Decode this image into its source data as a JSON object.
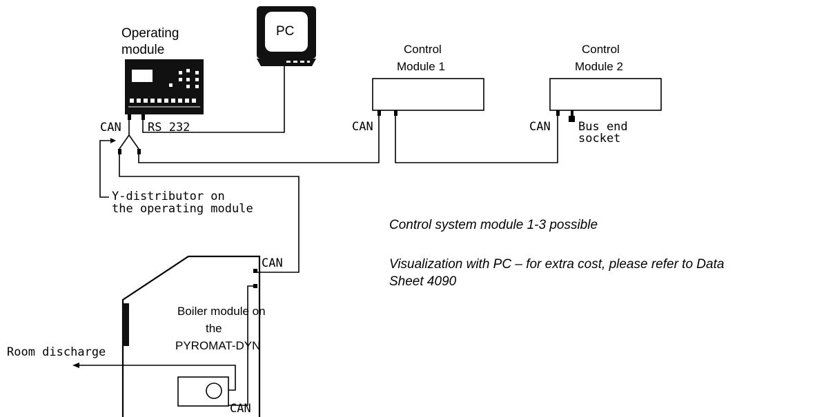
{
  "labels": {
    "operating_module_line1": "Operating",
    "operating_module_line2": "module",
    "pc": "PC",
    "control_module_1_line1": "Control",
    "control_module_1_line2": "Module 1",
    "control_module_2_line1": "Control",
    "control_module_2_line2": "Module 2",
    "can_operating": "CAN",
    "rs232": "RS 232",
    "can_cm1": "CAN",
    "can_cm2": "CAN",
    "bus_end_line1": "Bus end",
    "bus_end_line2": "socket",
    "y_distributor_line1": "Y-distributor on",
    "y_distributor_line2": "the operating module",
    "can_boiler_top": "CAN",
    "boiler_line1": "Boiler module on",
    "boiler_line2": "the",
    "boiler_line3": "PYROMAT-DYN",
    "room_discharge": "Room discharge",
    "can_boiler_bottom": "CAN"
  },
  "notes": {
    "note1": "Control system module 1-3 possible",
    "note2_line1": "Visualization with PC – for extra cost, please refer to Data",
    "note2_line2": "Sheet 4090"
  }
}
